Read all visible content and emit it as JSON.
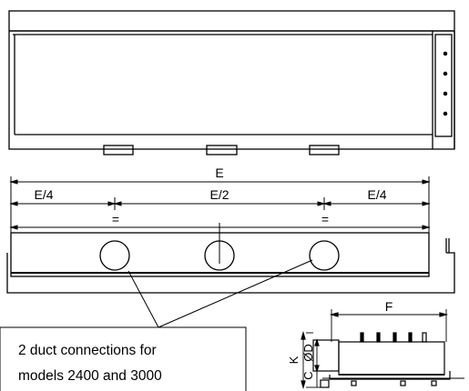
{
  "dimensions": {
    "total_length": "E",
    "quarter_left": "E/4",
    "half": "E/2",
    "quarter_right": "E/4",
    "equal_left": "=",
    "equal_right": "=",
    "width_f": "F",
    "height_k": "K",
    "offset_c": "C",
    "diameter_d": "ØD"
  },
  "callout": {
    "line1": "2 duct connections for",
    "line2": "models 2400 and 3000"
  }
}
